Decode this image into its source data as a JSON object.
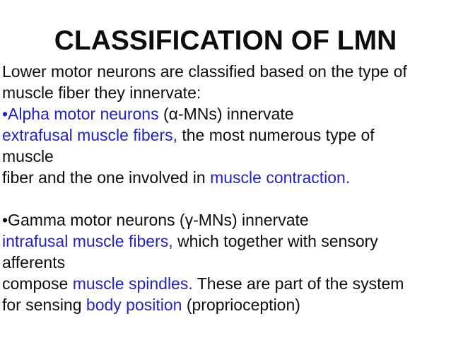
{
  "palette": {
    "background": "#ffffff",
    "text": "#0d0d0d",
    "highlight": "#2222c0"
  },
  "slide": {
    "title": "CLASSIFICATION OF LMN",
    "lines": [
      {
        "segments": [
          {
            "text": "Lower motor neurons are classified based on the type of",
            "emphasis": false
          }
        ]
      },
      {
        "segments": [
          {
            "text": "muscle fiber they innervate:",
            "emphasis": false
          }
        ]
      },
      {
        "segments": [
          {
            "text": "•Alpha motor neurons",
            "emphasis": true
          },
          {
            "text": " (α-MNs) innervate",
            "emphasis": false
          }
        ]
      },
      {
        "segments": [
          {
            "text": "extrafusal muscle fibers,",
            "emphasis": true
          },
          {
            "text": " the most numerous type of",
            "emphasis": false
          }
        ]
      },
      {
        "segments": [
          {
            "text": "muscle",
            "emphasis": false
          }
        ]
      },
      {
        "segments": [
          {
            "text": "fiber and the one involved in ",
            "emphasis": false
          },
          {
            "text": "muscle contraction.",
            "emphasis": true
          }
        ]
      },
      {
        "segments": []
      },
      {
        "segments": [
          {
            "text": "•Gamma motor neurons (γ-MNs) innervate",
            "emphasis": false
          }
        ]
      },
      {
        "segments": [
          {
            "text": "intrafusal muscle fibers,",
            "emphasis": true
          },
          {
            "text": " which together with sensory",
            "emphasis": false
          }
        ]
      },
      {
        "segments": [
          {
            "text": "afferents",
            "emphasis": false
          }
        ]
      },
      {
        "segments": [
          {
            "text": "compose ",
            "emphasis": false
          },
          {
            "text": "muscle spindles.",
            "emphasis": true
          },
          {
            "text": " These are part of the system",
            "emphasis": false
          }
        ]
      },
      {
        "segments": [
          {
            "text": "for sensing ",
            "emphasis": false
          },
          {
            "text": "body position",
            "emphasis": true
          },
          {
            "text": " (proprioception)",
            "emphasis": false
          }
        ]
      }
    ]
  }
}
